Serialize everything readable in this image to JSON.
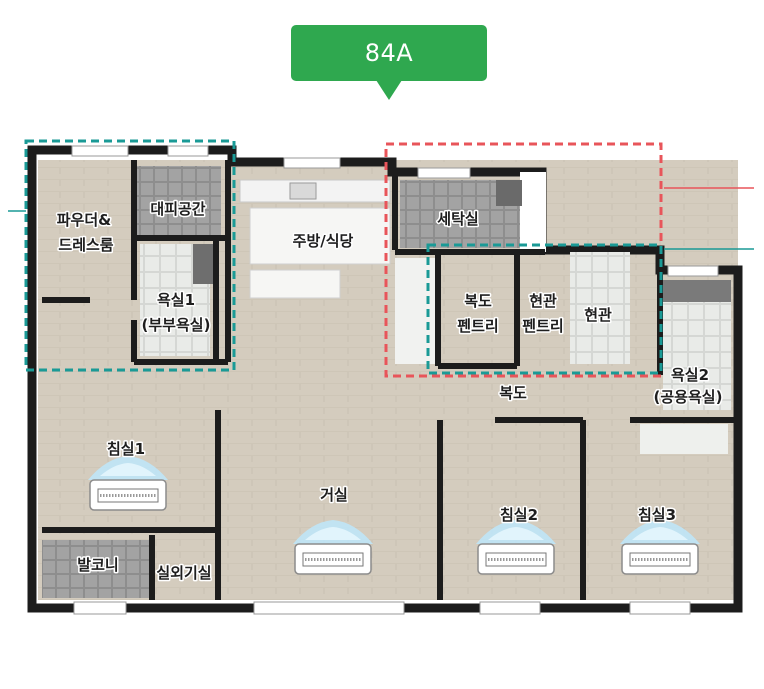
{
  "badge": {
    "label": "84A",
    "color": "#2fa84f"
  },
  "colors": {
    "outline_teal": "#1a9a96",
    "outline_red": "#e8555a",
    "wall": "#1c1c1c",
    "floor": "#d3cbbd",
    "tile": "#9a9a9a"
  },
  "rooms": {
    "powder_dress_1": "파우더&",
    "powder_dress_2": "드레스룸",
    "evacuation": "대피공간",
    "bath1_1": "욕실1",
    "bath1_2": "(부부욕실)",
    "kitchen": "주방/식당",
    "laundry": "세탁실",
    "hall_pantry_1": "복도",
    "hall_pantry_2": "펜트리",
    "entry_pantry_1": "현관",
    "entry_pantry_2": "펜트리",
    "entrance": "현관",
    "bath2_1": "욕실2",
    "bath2_2": "(공용욕실)",
    "hallway": "복도",
    "bedroom1": "침실1",
    "living": "거실",
    "bedroom2": "침실2",
    "bedroom3": "침실3",
    "balcony": "발코니",
    "outdoor_unit": "실외기실"
  }
}
